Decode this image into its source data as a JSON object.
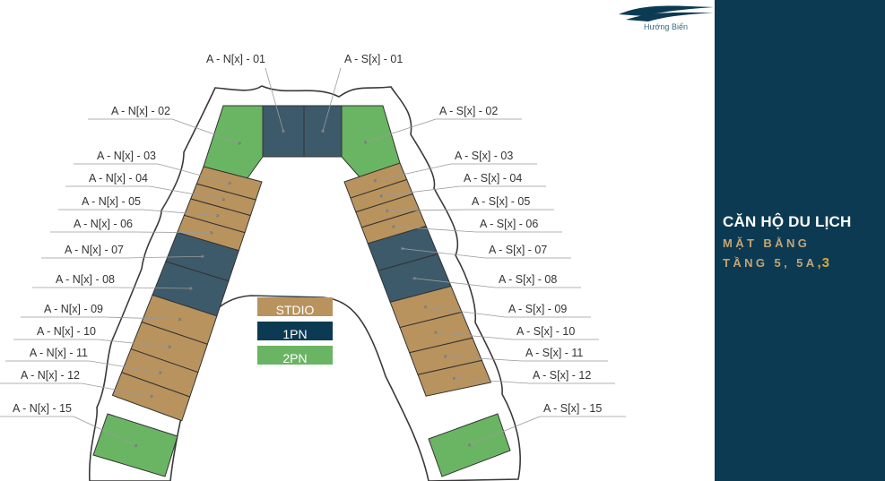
{
  "brand": {
    "name": "Hướng Biển"
  },
  "panel": {
    "title": "CĂN HỘ DU LỊCH",
    "subtitle_line1": "MẶT BẰNG",
    "subtitle_line2_main": "TẦNG 5, 5A",
    "subtitle_line2_suffix": ",3"
  },
  "legend": {
    "studio": "STDIO",
    "one_bed": "1PN",
    "two_bed": "2PN"
  },
  "colors": {
    "studio": "#b8935e",
    "one_bed": "#3d5a6b",
    "two_bed": "#6ab563",
    "panel_bg": "#0c3a52",
    "accent": "#c4a574"
  },
  "units": {
    "north": [
      {
        "label": "A - N[x] - 01",
        "type": "1PN"
      },
      {
        "label": "A - N[x] - 02",
        "type": "2PN"
      },
      {
        "label": "A - N[x] - 03",
        "type": "STDIO"
      },
      {
        "label": "A - N[x] - 04",
        "type": "STDIO"
      },
      {
        "label": "A - N[x] - 05",
        "type": "STDIO"
      },
      {
        "label": "A - N[x] - 06",
        "type": "STDIO"
      },
      {
        "label": "A - N[x] - 07",
        "type": "1PN"
      },
      {
        "label": "A - N[x] - 08",
        "type": "1PN"
      },
      {
        "label": "A - N[x] - 09",
        "type": "STDIO"
      },
      {
        "label": "A - N[x] - 10",
        "type": "STDIO"
      },
      {
        "label": "A - N[x] - 11",
        "type": "STDIO"
      },
      {
        "label": "A - N[x] - 12",
        "type": "STDIO"
      },
      {
        "label": "A - N[x] - 15",
        "type": "2PN"
      }
    ],
    "south": [
      {
        "label": "A - S[x] - 01",
        "type": "1PN"
      },
      {
        "label": "A - S[x] - 02",
        "type": "2PN"
      },
      {
        "label": "A - S[x] - 03",
        "type": "STDIO"
      },
      {
        "label": "A - S[x] - 04",
        "type": "STDIO"
      },
      {
        "label": "A - S[x] - 05",
        "type": "STDIO"
      },
      {
        "label": "A - S[x] - 06",
        "type": "STDIO"
      },
      {
        "label": "A - S[x] - 07",
        "type": "1PN"
      },
      {
        "label": "A - S[x] - 08",
        "type": "1PN"
      },
      {
        "label": "A - S[x] - 09",
        "type": "STDIO"
      },
      {
        "label": "A - S[x] - 10",
        "type": "STDIO"
      },
      {
        "label": "A - S[x] - 11",
        "type": "STDIO"
      },
      {
        "label": "A - S[x] - 12",
        "type": "STDIO"
      },
      {
        "label": "A - S[x] - 15",
        "type": "2PN"
      }
    ]
  }
}
